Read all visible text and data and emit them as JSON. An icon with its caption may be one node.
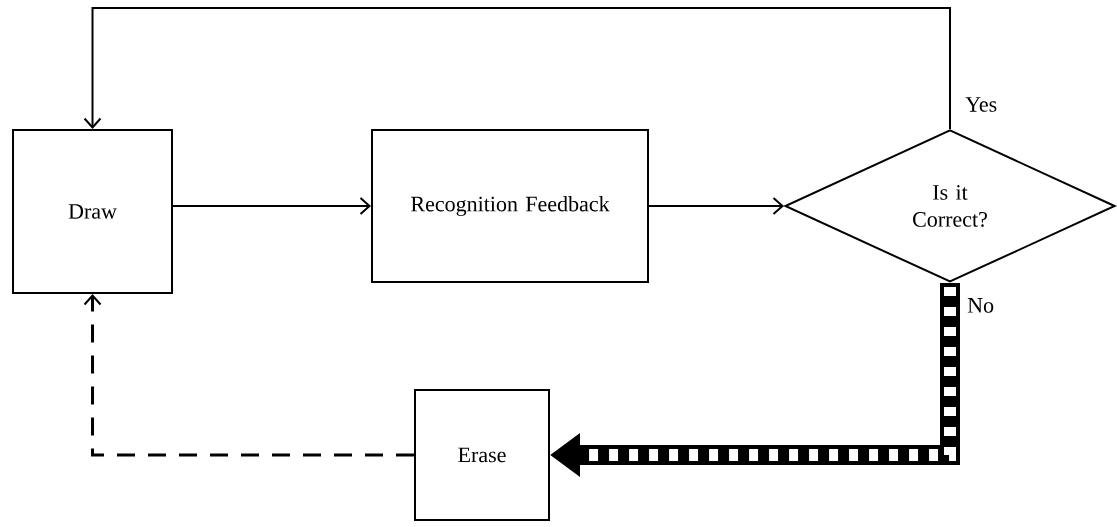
{
  "diagram": {
    "nodes": [
      {
        "text": [
          "Draw"
        ]
      },
      {
        "text": [
          "Recognition Feedback"
        ]
      },
      {
        "text": [
          "Is it Correct?"
        ]
      },
      {
        "text": [
          "Erase"
        ]
      }
    ],
    "edges": [
      {
        "from": 0,
        "to": 1,
        "arrow": "to"
      },
      {
        "from": 1,
        "to": 2,
        "arrow": "to"
      },
      {
        "from": 2,
        "to": 0,
        "arrow": "to",
        "label": "Yes"
      },
      {
        "from": 2,
        "to": 3,
        "arrow": "to",
        "label": "No",
        "style": "thick"
      },
      {
        "from": 3,
        "to": 0,
        "arrow": "to",
        "style": "dashed"
      }
    ]
  }
}
